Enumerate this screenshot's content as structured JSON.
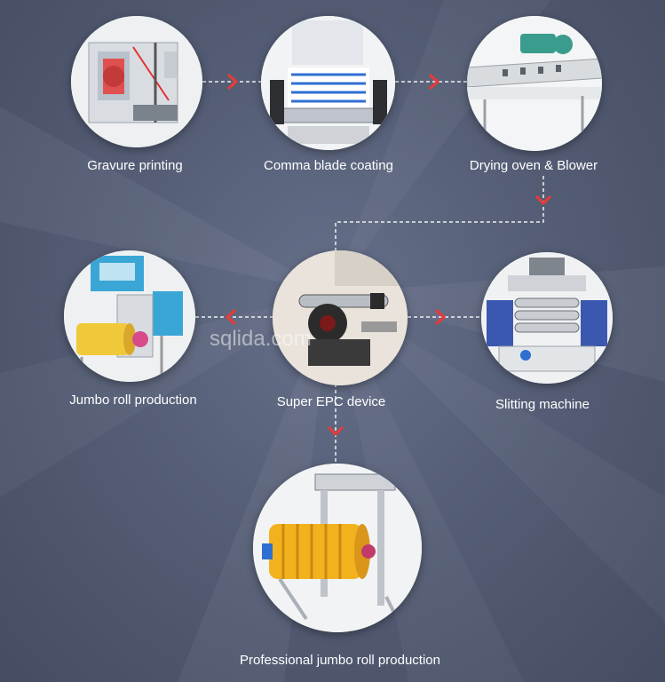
{
  "watermark": "sqlida.com",
  "steps": [
    {
      "label": "Gravure printing",
      "icon": "gravure-printer-image"
    },
    {
      "label": "Comma blade coating",
      "icon": "coating-roller-image"
    },
    {
      "label": "Drying oven & Blower",
      "icon": "drying-oven-image"
    },
    {
      "label": "Slitting machine",
      "icon": "slitting-machine-image"
    },
    {
      "label": "Super EPC device",
      "icon": "epc-device-image"
    },
    {
      "label": "Jumbo roll production",
      "icon": "jumbo-roll-image"
    },
    {
      "label": "Professional jumbo roll production",
      "icon": "jumbo-rewinder-image"
    }
  ],
  "colors": {
    "arrow": "#e23b3b",
    "background": "#555e76",
    "connector": "#ffffff"
  }
}
